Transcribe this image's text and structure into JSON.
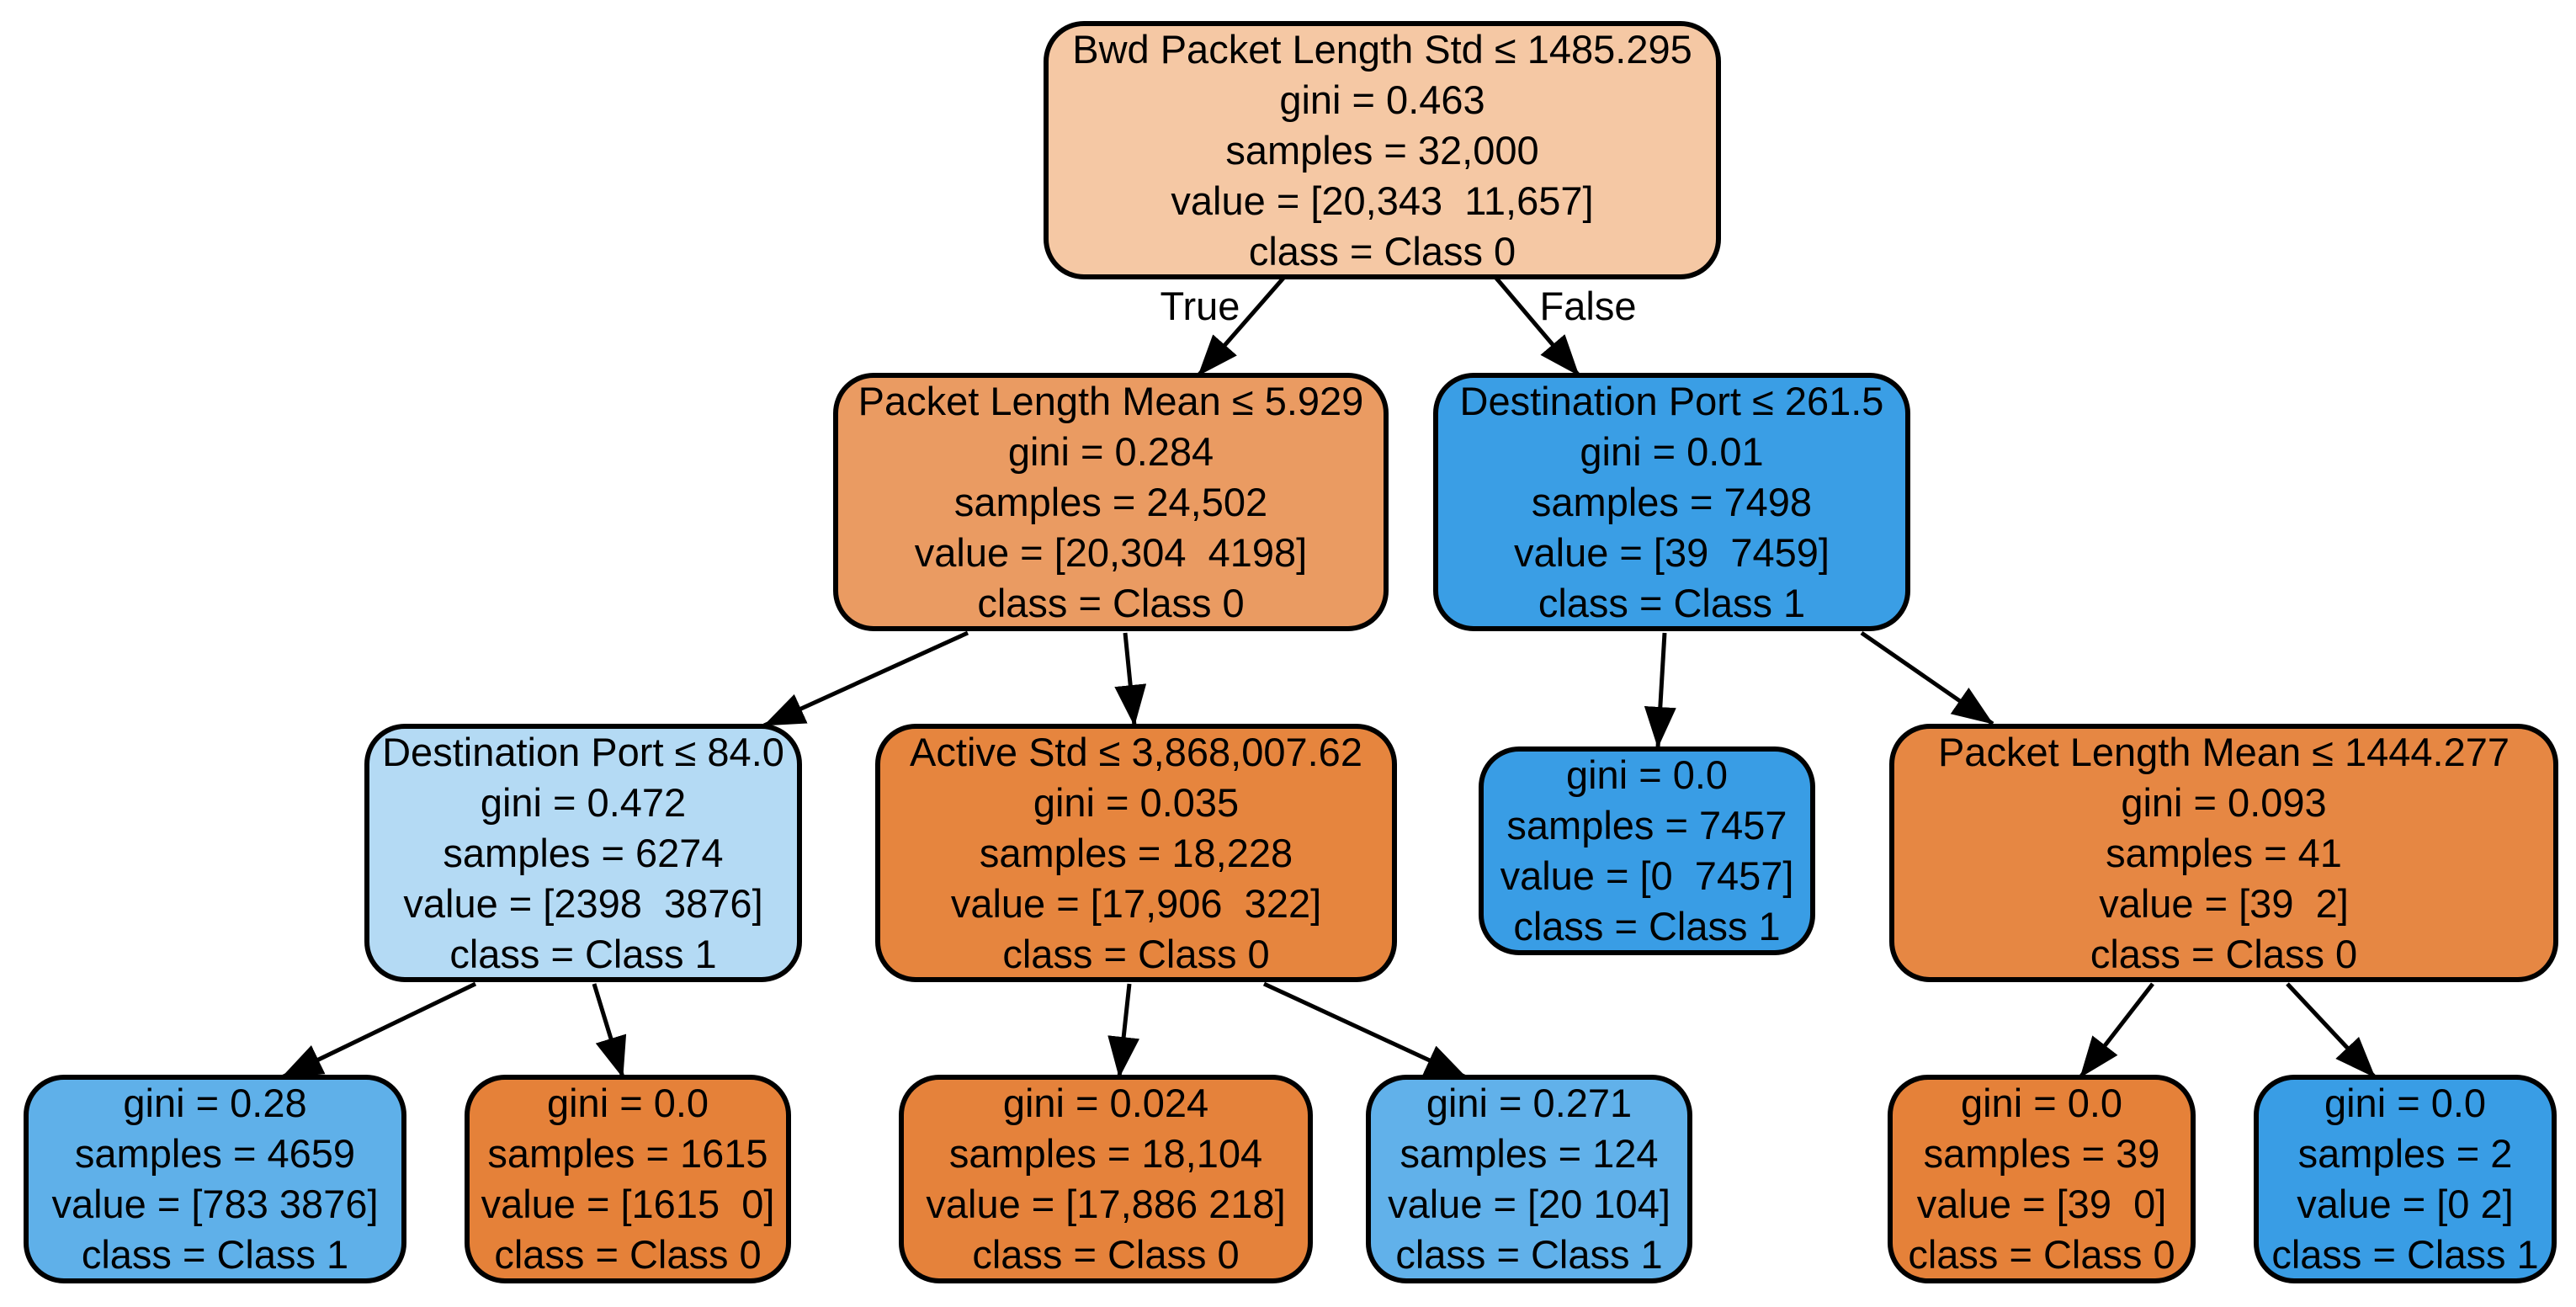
{
  "diagram": {
    "type": "decision-tree",
    "background_color": "#ffffff",
    "class0_color": "#e58139",
    "class1_color": "#399de5",
    "edge_labels": {
      "true_label": "True",
      "false_label": "False"
    },
    "nodes": [
      {
        "condition": "Bwd Packet Length Std ≤ 1485.295",
        "gini": "gini = 0.463",
        "samples": "samples = 32,000",
        "value": "value = [20,343  11,657]",
        "class_label": "class = Class 0",
        "fill": "#f5c8a4"
      },
      {
        "condition": "Packet Length Mean ≤ 5.929",
        "gini": "gini = 0.284",
        "samples": "samples = 24,502",
        "value": "value = [20,304  4198]",
        "class_label": "class = Class 0",
        "fill": "#ea9b62"
      },
      {
        "condition": "Destination Port ≤ 261.5",
        "gini": "gini = 0.01",
        "samples": "samples = 7498",
        "value": "value = [39  7459]",
        "class_label": "class = Class 1",
        "fill": "#3a9ee5"
      },
      {
        "condition": "Destination Port ≤ 84.0",
        "gini": "gini = 0.472",
        "samples": "samples = 6274",
        "value": "value = [2398  3876]",
        "class_label": "class = Class 1",
        "fill": "#b4daf4"
      },
      {
        "condition": "Active Std ≤ 3,868,007.62",
        "gini": "gini = 0.035",
        "samples": "samples = 18,228",
        "value": "value = [17,906  322]",
        "class_label": "class = Class 0",
        "fill": "#e6853e"
      },
      {
        "gini": "gini = 0.0",
        "samples": "samples = 7457",
        "value": "value = [0  7457]",
        "class_label": "class = Class 1",
        "fill": "#399de5"
      },
      {
        "condition": "Packet Length Mean ≤ 1444.277",
        "gini": "gini = 0.093",
        "samples": "samples = 41",
        "value": "value = [39  2]",
        "class_label": "class = Class 0",
        "fill": "#e68743"
      },
      {
        "gini": "gini = 0.28",
        "samples": "samples = 4659",
        "value": "value = [783 3876]",
        "class_label": "class = Class 1",
        "fill": "#5fb0e9"
      },
      {
        "gini": "gini = 0.0",
        "samples": "samples = 1615",
        "value": "value = [1615  0]",
        "class_label": "class = Class 0",
        "fill": "#e58139"
      },
      {
        "gini": "gini = 0.024",
        "samples": "samples = 18,104",
        "value": "value = [17,886 218]",
        "class_label": "class = Class 0",
        "fill": "#e5823b"
      },
      {
        "gini": "gini = 0.271",
        "samples": "samples = 124",
        "value": "value = [20 104]",
        "class_label": "class = Class 1",
        "fill": "#61b1ea"
      },
      {
        "gini": "gini = 0.0",
        "samples": "samples = 39",
        "value": "value = [39  0]",
        "class_label": "class = Class 0",
        "fill": "#e58139"
      },
      {
        "gini": "gini = 0.0",
        "samples": "samples = 2",
        "value": "value = [0 2]",
        "class_label": "class = Class 1",
        "fill": "#399de5"
      }
    ],
    "edges": [
      {
        "from": 0,
        "to": 1,
        "label": "True"
      },
      {
        "from": 0,
        "to": 2,
        "label": "False"
      },
      {
        "from": 1,
        "to": 3
      },
      {
        "from": 1,
        "to": 4
      },
      {
        "from": 2,
        "to": 5
      },
      {
        "from": 2,
        "to": 6
      },
      {
        "from": 3,
        "to": 7
      },
      {
        "from": 3,
        "to": 8
      },
      {
        "from": 4,
        "to": 9
      },
      {
        "from": 4,
        "to": 10
      },
      {
        "from": 6,
        "to": 11
      },
      {
        "from": 6,
        "to": 12
      }
    ]
  }
}
